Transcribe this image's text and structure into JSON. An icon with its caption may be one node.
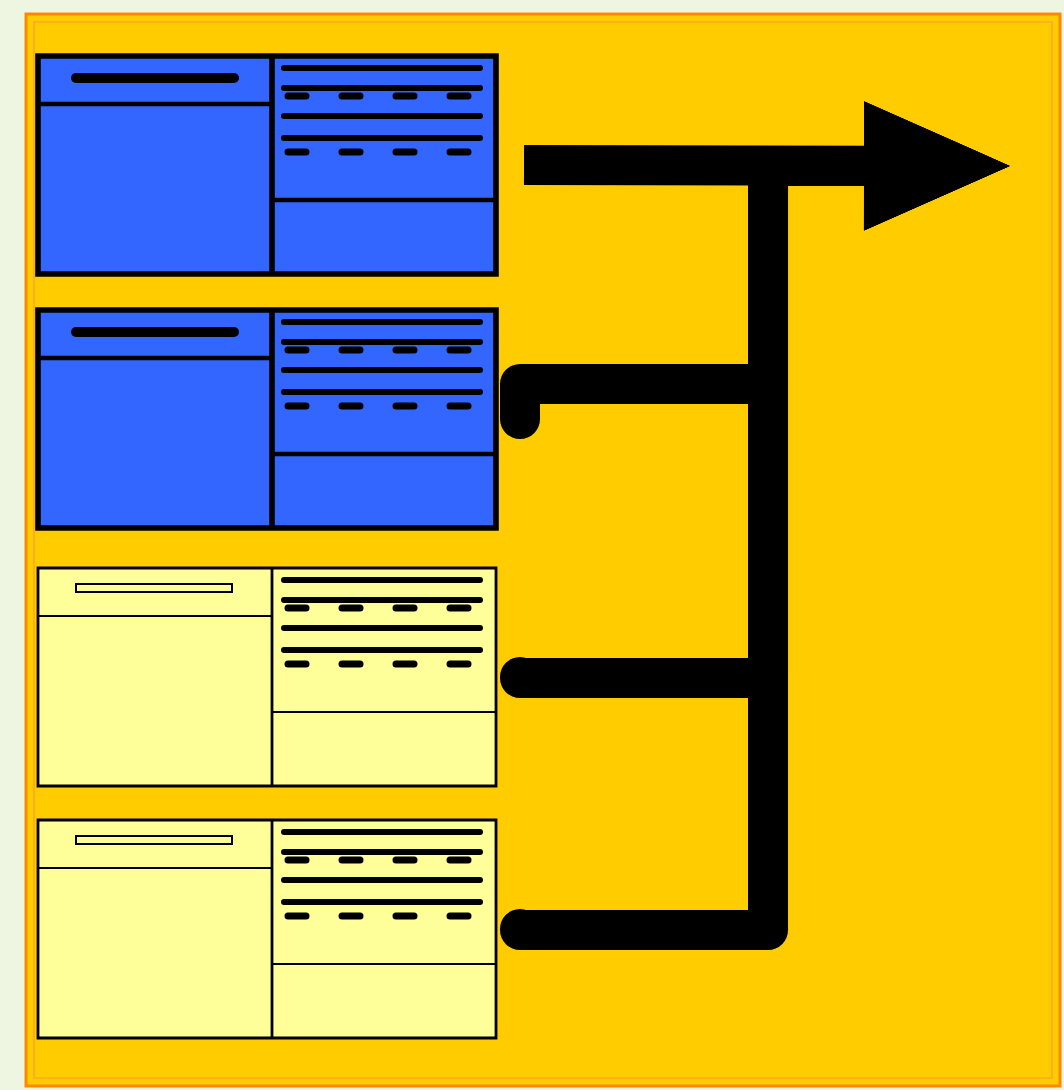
{
  "diagram": {
    "nodes": [
      {
        "text": [],
        "shape": "picture"
      },
      {
        "text": [],
        "shape": "picture"
      },
      {
        "text": [],
        "shape": "picture"
      },
      {
        "text": [],
        "shape": "picture"
      }
    ],
    "edges": [
      {
        "from": 0,
        "to": null,
        "arrow": "to"
      },
      {
        "from": 1,
        "to": null,
        "arrow": "to"
      },
      {
        "from": 2,
        "to": null,
        "arrow": "to"
      },
      {
        "from": 3,
        "to": null,
        "arrow": "to"
      }
    ]
  }
}
